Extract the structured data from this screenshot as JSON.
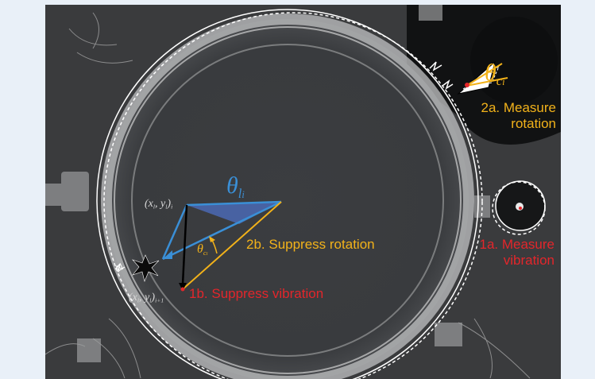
{
  "labels": {
    "measure_rotation_line1": "2a. Measure",
    "measure_rotation_line2": "rotation",
    "suppress_rotation": "2b. Suppress rotation",
    "measure_vibration_line1": "1a. Measure",
    "measure_vibration_line2": "vibration",
    "suppress_vibration": "1b. Suppress vibration",
    "theta_c_main": "θ",
    "theta_c_sub": "c",
    "theta_c_subsub": "i",
    "theta_l_main": "θ",
    "theta_l_sub": "l",
    "theta_l_subsub": "i",
    "theta_c_small_main": "θ",
    "theta_c_small_sub": "c",
    "theta_c_small_subsub": "i",
    "point_i": "(x",
    "point_i_sub1": "l",
    "point_i_mid": ", y",
    "point_i_sub2": "l",
    "point_i_close": ")",
    "point_i_index": "i",
    "point_i1": "(x",
    "point_i1_sub1": "l",
    "point_i1_mid": ", y",
    "point_i1_sub2": "l",
    "point_i1_close": ")",
    "point_i1_index": "i+1",
    "north_mark": "N"
  },
  "colors": {
    "background": "#e9f0f8",
    "photo": "#3a3b3d",
    "yellow": "#f2b21a",
    "red": "#e3262b",
    "blue": "#3a8fd6",
    "white": "#ffffff"
  }
}
